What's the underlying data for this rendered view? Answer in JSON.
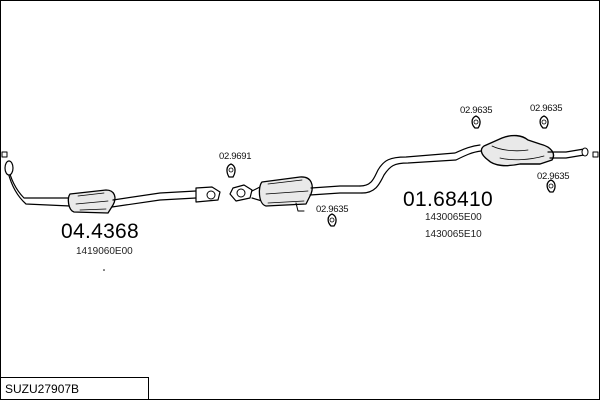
{
  "diagram": {
    "reference_code": "SUZU27907B",
    "parts": [
      {
        "part_no": "04.4368",
        "oe_numbers": [
          "1419060E00"
        ]
      },
      {
        "part_no": "01.68410",
        "oe_numbers": [
          "1430065E00",
          "1430065E10"
        ]
      }
    ],
    "fittings": [
      "02.9691",
      "02.9635",
      "02.9635",
      "02.9635",
      "02.9635"
    ]
  }
}
